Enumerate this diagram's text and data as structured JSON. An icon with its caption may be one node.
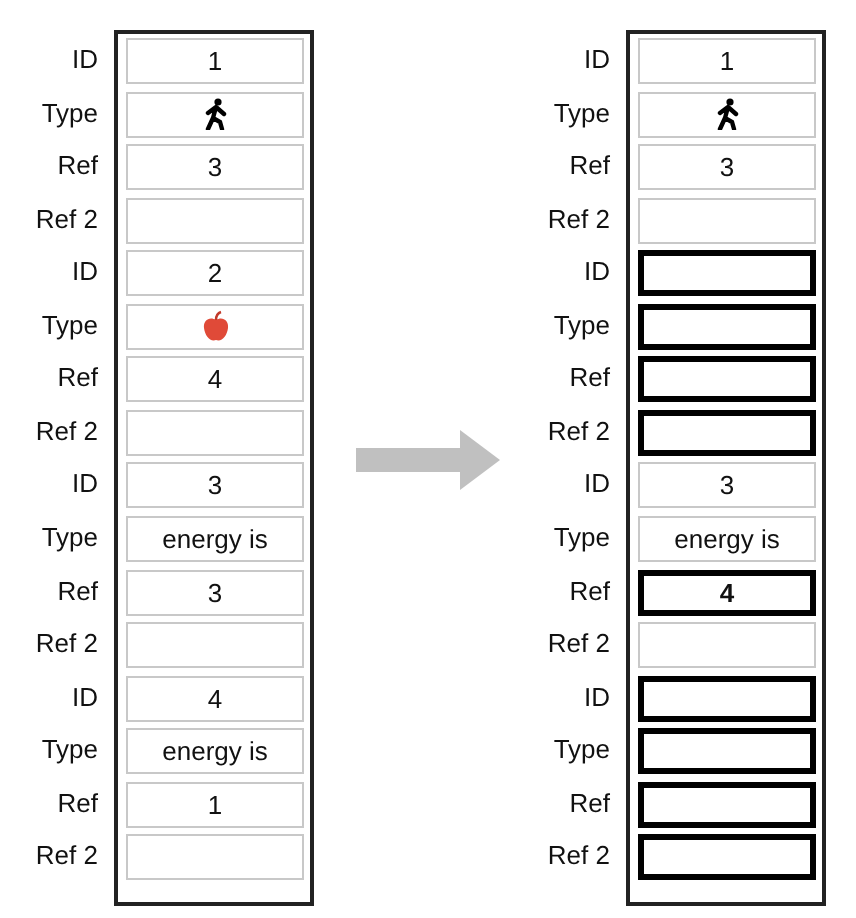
{
  "diagram": {
    "nodes": [
      {
        "text": [],
        "shape": "box"
      },
      {
        "text": [
          "1"
        ],
        "in": 0,
        "beside": [
          "ID"
        ]
      },
      {
        "text": [],
        "shape": "picture",
        "in": 0,
        "beside": [
          "Type"
        ]
      },
      {
        "text": [
          "3"
        ],
        "in": 0,
        "beside": [
          "Ref"
        ]
      },
      {
        "text": [],
        "shape": "box",
        "in": 0,
        "beside": [
          "Ref 2"
        ]
      },
      {
        "text": [
          "2"
        ],
        "in": 0,
        "beside": [
          "ID"
        ]
      },
      {
        "text": [],
        "shape": "picture",
        "in": 0,
        "beside": [
          "Type"
        ]
      },
      {
        "text": [
          "4"
        ],
        "in": 0,
        "beside": [
          "Ref"
        ]
      },
      {
        "text": [],
        "shape": "box",
        "in": 0,
        "beside": [
          "Ref 2"
        ]
      },
      {
        "text": [
          "3"
        ],
        "in": 0,
        "beside": [
          "ID"
        ]
      },
      {
        "text": [
          "energy is"
        ],
        "in": 0,
        "beside": [
          "Type"
        ]
      },
      {
        "text": [
          "3"
        ],
        "in": 0,
        "beside": [
          "Ref"
        ]
      },
      {
        "text": [],
        "shape": "box",
        "in": 0,
        "beside": [
          "Ref 2"
        ]
      },
      {
        "text": [
          "4"
        ],
        "in": 0,
        "beside": [
          "ID"
        ]
      },
      {
        "text": [
          "energy is"
        ],
        "in": 0,
        "beside": [
          "Type"
        ]
      },
      {
        "text": [
          "1"
        ],
        "in": 0,
        "beside": [
          "Ref"
        ]
      },
      {
        "text": [],
        "shape": "box",
        "in": 0,
        "beside": [
          "Ref 2"
        ]
      },
      {
        "text": [],
        "shape": "box"
      },
      {
        "text": [
          "1"
        ],
        "in": 17,
        "beside": [
          "ID"
        ]
      },
      {
        "text": [],
        "shape": "picture",
        "in": 17,
        "beside": [
          "Type"
        ]
      },
      {
        "text": [
          "3"
        ],
        "in": 17,
        "beside": [
          "Ref"
        ]
      },
      {
        "text": [],
        "shape": "box",
        "in": 17,
        "beside": [
          "Ref 2"
        ]
      },
      {
        "text": [],
        "shape": "box",
        "in": 17,
        "beside": [
          "ID"
        ]
      },
      {
        "text": [],
        "shape": "box",
        "in": 17,
        "beside": [
          "Type"
        ]
      },
      {
        "text": [],
        "shape": "box",
        "in": 17,
        "beside": [
          "Ref"
        ]
      },
      {
        "text": [],
        "shape": "box",
        "in": 17,
        "beside": [
          "Ref 2"
        ]
      },
      {
        "text": [
          "3"
        ],
        "in": 17,
        "beside": [
          "ID"
        ]
      },
      {
        "text": [
          "energy is"
        ],
        "in": 17,
        "beside": [
          "Type"
        ]
      },
      {
        "text": [
          "4"
        ],
        "in": 17,
        "beside": [
          "Ref"
        ]
      },
      {
        "text": [],
        "shape": "box",
        "in": 17,
        "beside": [
          "Ref 2"
        ]
      },
      {
        "text": [],
        "shape": "box",
        "in": 17,
        "beside": [
          "ID"
        ]
      },
      {
        "text": [],
        "shape": "box",
        "in": 17,
        "beside": [
          "Type"
        ]
      },
      {
        "text": [],
        "shape": "box",
        "in": 17,
        "beside": [
          "Ref"
        ]
      },
      {
        "text": [],
        "shape": "box",
        "in": 17,
        "beside": [
          "Ref 2"
        ]
      }
    ]
  }
}
